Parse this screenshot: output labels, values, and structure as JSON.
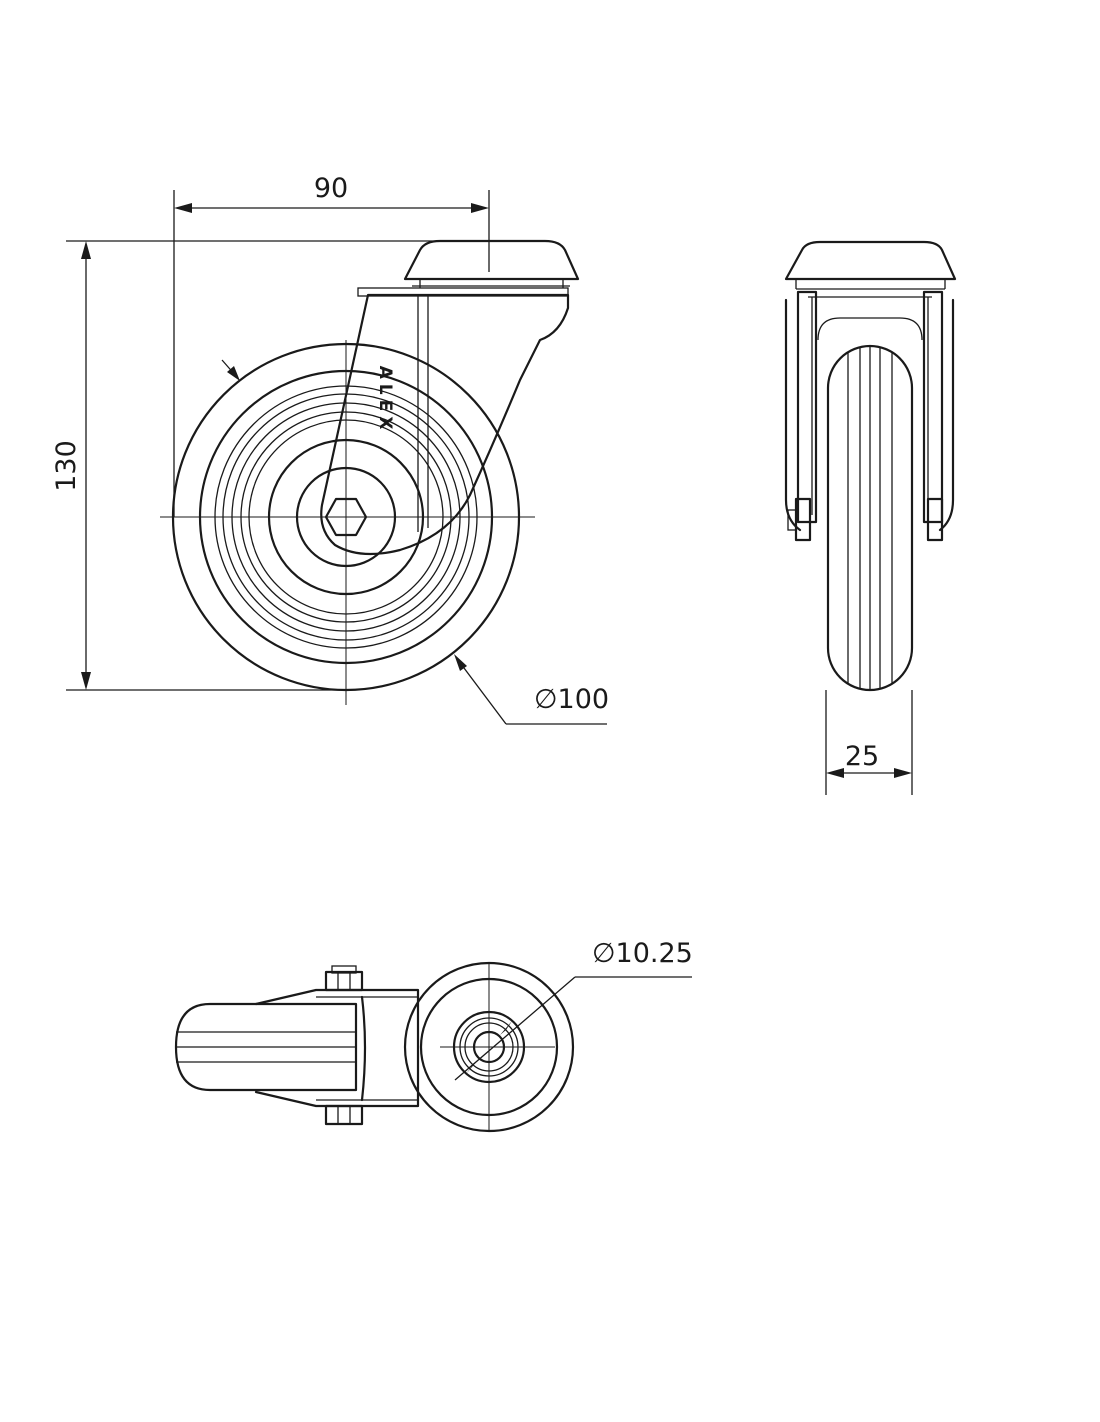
{
  "dimensions": {
    "width": "90",
    "height": "130",
    "wheel_diameter": "∅100",
    "wheel_width": "25",
    "bolt_hole": "∅10.25"
  },
  "brand": {
    "logo_text": "ALEX"
  }
}
